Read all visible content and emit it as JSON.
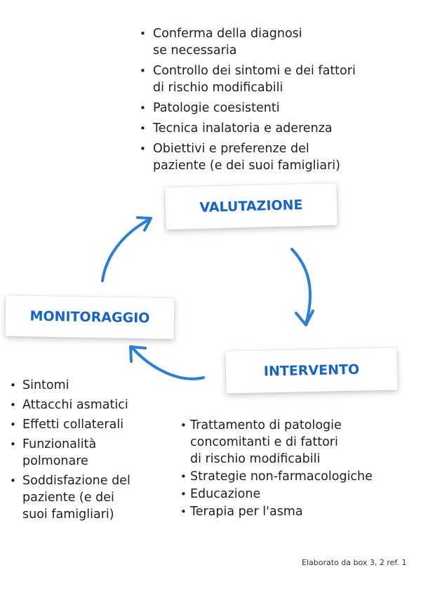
{
  "boxes": {
    "valutazione": "VALUTAZIONE",
    "monitoraggio": "MONITORAGGIO",
    "intervento": "INTERVENTO"
  },
  "valutazione_items": [
    "Conferma della diagnosi\nse necessaria",
    "Controllo dei sintomi e dei fattori\ndi rischio modificabili",
    "Patologie coesistenti",
    "Tecnica inalatoria e aderenza",
    "Obiettivi e preferenze del\npaziente (e dei suoi famigliari)"
  ],
  "monitoraggio_items": [
    "Sintomi",
    "Attacchi asmatici",
    "Effetti collaterali",
    "Funzionalità\npolmonare",
    "Soddisfazione del\npaziente (e dei\nsuoi famigliari)"
  ],
  "intervento_items": [
    "Trattamento di patologie\nconcomitanti e di fattori\ndi rischio modificabili",
    "Strategie non-farmacologiche",
    "Educazione",
    "Terapia per l'asma"
  ],
  "footnote": "Elaborato da box 3, 2 ref. 1",
  "colors": {
    "accent": "#1565c8",
    "arrow": "#2a7fd6"
  }
}
